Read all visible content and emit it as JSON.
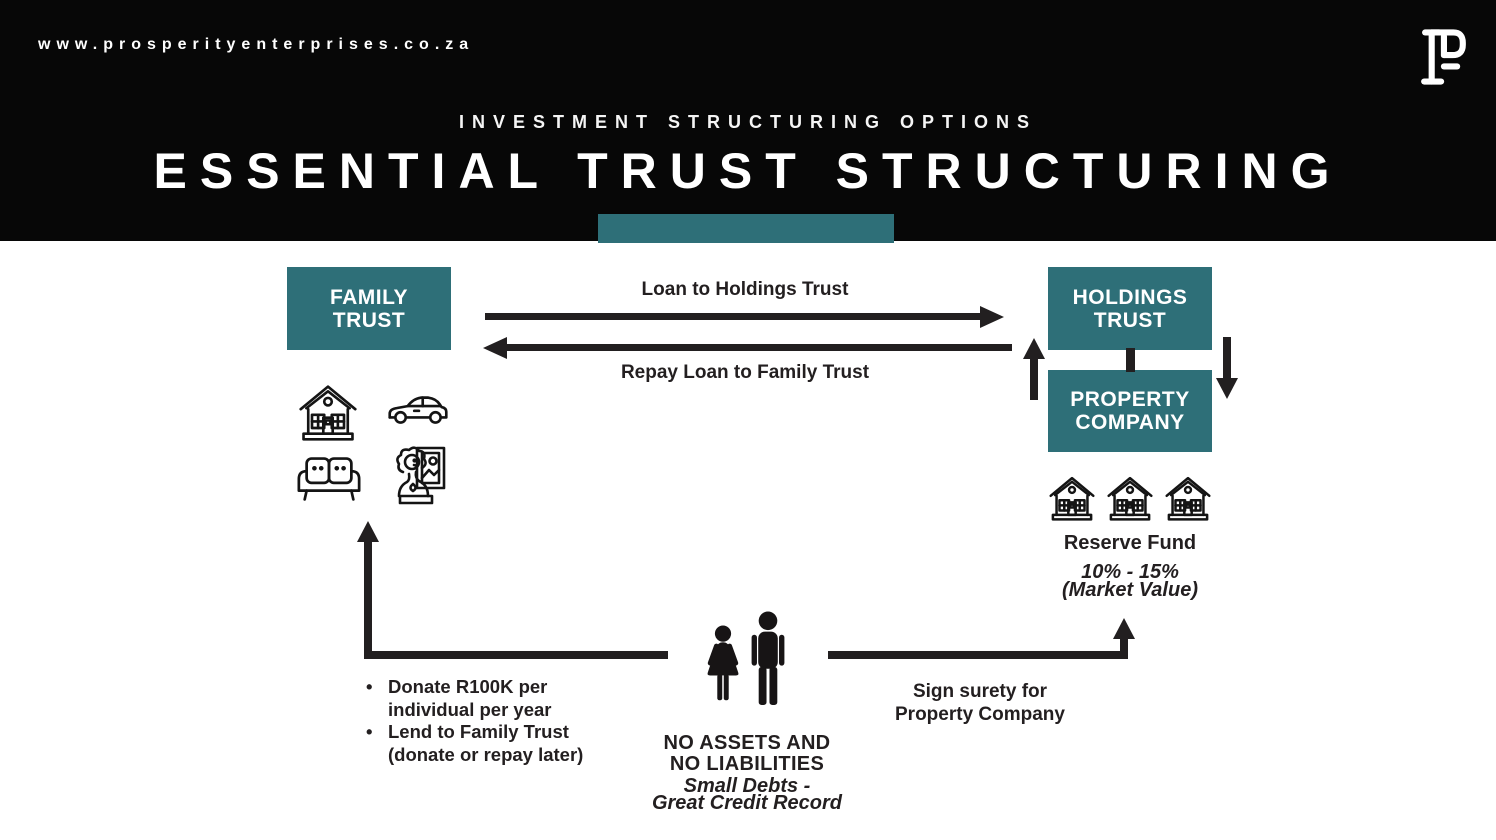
{
  "header": {
    "website": "www.prosperityenterprises.co.za",
    "kicker": "INVESTMENT STRUCTURING OPTIONS",
    "title": "ESSENTIAL TRUST STRUCTURING"
  },
  "colors": {
    "accent_teal": "#2E6F78",
    "header_bg": "#070707",
    "ink": "#231F20"
  },
  "diagram": {
    "boxes": {
      "family_trust": {
        "line1": "FAMILY",
        "line2": "TRUST"
      },
      "holdings_trust": {
        "line1": "HOLDINGS",
        "line2": "TRUST"
      },
      "property_company": {
        "line1": "PROPERTY",
        "line2": "COMPANY"
      }
    },
    "labels": {
      "loan": "Loan to Holdings Trust",
      "repay": "Repay Loan to Family Trust",
      "surety_line1": "Sign surety for",
      "surety_line2": "Property Company"
    },
    "reserve": {
      "title": "Reserve Fund",
      "range": "10% - 15%",
      "basis": "(Market Value)"
    },
    "bullet_char": "•",
    "bullets": [
      {
        "lines": [
          "Donate R100K per",
          "individual per year"
        ]
      },
      {
        "lines": [
          "Lend to Family Trust",
          "(donate or repay later)"
        ]
      }
    ],
    "couple_lines": [
      "NO ASSETS AND",
      "NO LIABILITIES",
      "Small Debts -",
      "Great Credit Record"
    ],
    "icons": [
      "prosperity-logo-icon",
      "house-icon",
      "car-icon",
      "sofa-icon",
      "artwork-icon",
      "building-icon",
      "woman-icon",
      "man-icon"
    ]
  }
}
